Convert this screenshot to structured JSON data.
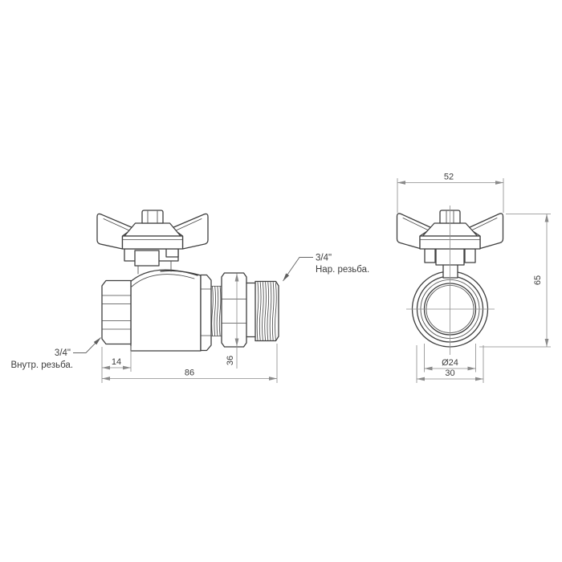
{
  "drawing": {
    "background": "#ffffff",
    "object_line_color": "#3f3f3f",
    "dimension_line_color": "#8a8a8a",
    "text_color": "#3d3d3d",
    "side_view": {
      "dim_14": "14",
      "dim_86": "86",
      "dim_36": "36",
      "label_male_size": "3/4\"",
      "label_male_thread": "Нар. резьба.",
      "label_female_size": "3/4\"",
      "label_female_thread": "Внутр. резьба."
    },
    "front_view": {
      "dim_width": "52",
      "dim_height": "65",
      "dim_bore": "Ø24",
      "dim_outer": "30"
    }
  }
}
